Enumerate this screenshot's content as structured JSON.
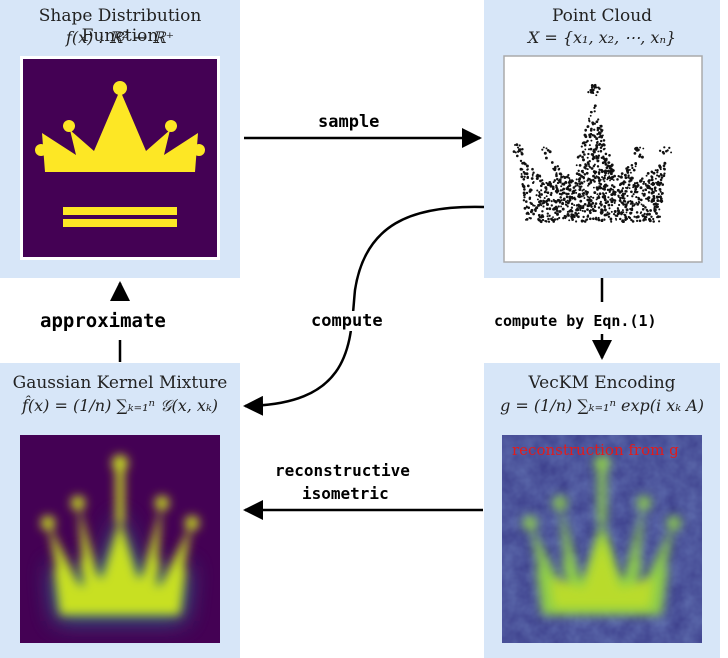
{
  "panels": {
    "shape_distribution": {
      "title": "Shape Distribution Function",
      "formula": "f(x) : ℝ² → ℝ⁺"
    },
    "point_cloud": {
      "title": "Point Cloud",
      "formula": "X = {x₁, x₂, ⋯, xₙ}"
    },
    "gaussian_kernel": {
      "title": "Gaussian Kernel Mixture",
      "formula": "f̂(x) = (1/n) ∑ₖ₌₁ⁿ 𝒢(x, xₖ)"
    },
    "veckm": {
      "title": "VecKM Encoding",
      "formula": "g = (1/n) ∑ₖ₌₁ⁿ exp(i xₖ A)",
      "overlay_text": "reconstruction from g"
    }
  },
  "edges": {
    "sample": "sample",
    "compute": "compute",
    "compute_by_eqn": "compute by Eqn.(1)",
    "approximate": "approximate",
    "reconstructive": "reconstructive",
    "isometric": "isometric"
  },
  "colors": {
    "panel_bg": "#d7e6f8",
    "crown_bg": "#440154",
    "crown_fill": "#fde725",
    "heat_low": "#3b528b",
    "heat_high": "#c8e020",
    "overlay_text": "#e21b1b"
  }
}
